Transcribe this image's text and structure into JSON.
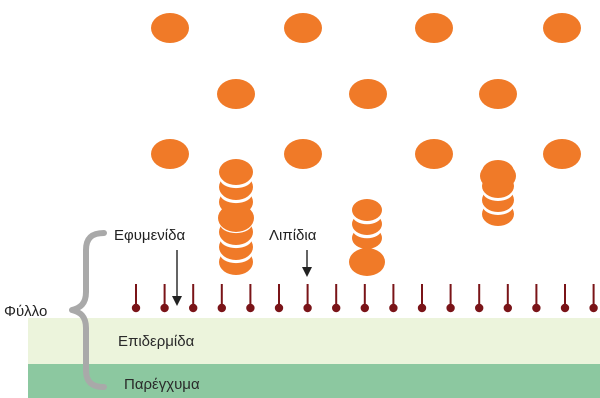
{
  "labels": {
    "leaf": "Φύλλο",
    "epicuticular": "Εφυμενίδα",
    "lipids": "Λιπίδια",
    "epidermis": "Επιδερμίδα",
    "parenchyma": "Παρέγχυμα"
  },
  "colors": {
    "particle": "#f07a28",
    "particle_gap": "#ffffff",
    "lipid_pin": "#7a1418",
    "epidermis_layer": "#ecf4dc",
    "parenchyma_layer": "#8cc8a0",
    "brace": "#a9a9a9",
    "arrow": "#222222"
  },
  "icons": {
    "brace": "curly-brace-icon",
    "arrow": "down-arrow-icon",
    "lipid": "pin-icon"
  },
  "counts": {
    "lipid_pins": 17,
    "epidermis_layers": 1,
    "parenchyma_layers": 1
  }
}
